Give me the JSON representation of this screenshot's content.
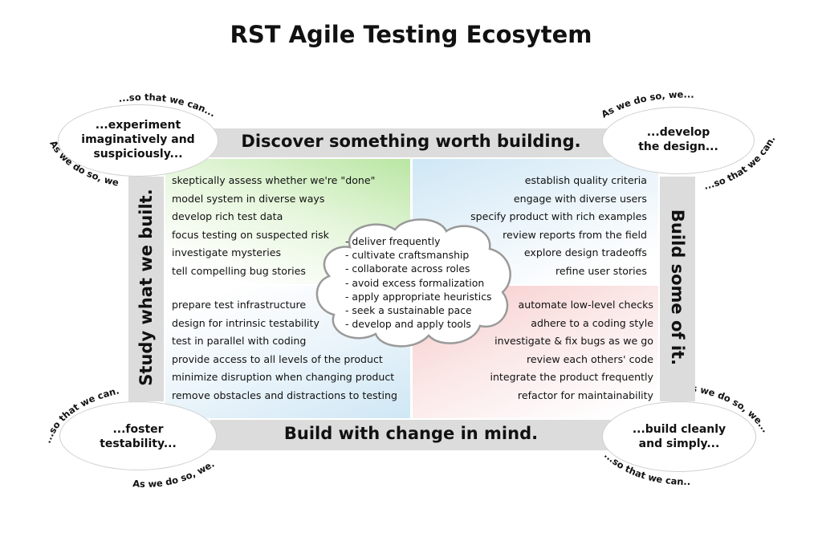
{
  "title": "RST Agile Testing Ecosytem",
  "bars": {
    "top": "Discover something worth building.",
    "bottom": "Build with change in mind.",
    "left": "Study what we built.",
    "right": "Build some of it."
  },
  "quadrants": {
    "top_left": [
      "skeptically assess whether we're \"done\"",
      "model system in diverse ways",
      "develop rich test data",
      "focus testing on suspected risk",
      "investigate mysteries",
      "tell compelling bug stories"
    ],
    "top_right": [
      "establish quality criteria",
      "engage with diverse users",
      "specify product with rich examples",
      "review reports from the field",
      "explore design tradeoffs",
      "refine user stories"
    ],
    "bottom_left": [
      "prepare test infrastructure",
      "design for intrinsic testability",
      "test in parallel with coding",
      "provide access to all levels of the product",
      "minimize disruption when changing product",
      "remove obstacles and distractions to testing"
    ],
    "bottom_right": [
      "automate low-level checks",
      "adhere to a coding style",
      "investigate & fix bugs as we go",
      "review each others' code",
      "integrate the product frequently",
      "refactor for maintainability"
    ]
  },
  "cloud": [
    "- deliver frequently",
    "- cultivate craftsmanship",
    "- collaborate across roles",
    "- avoid excess formalization",
    "- apply appropriate heuristics",
    "- seek a sustainable pace",
    "- develop and apply tools"
  ],
  "ellipses": {
    "top_left": [
      "...experiment",
      "imaginatively and",
      "suspiciously..."
    ],
    "top_right": [
      "...develop",
      "the design..."
    ],
    "bottom_left": [
      "...foster",
      "testability..."
    ],
    "bottom_right": [
      "...build cleanly",
      "and simply..."
    ]
  },
  "curve_labels": {
    "so_that": "...so that we can...",
    "as_we": "As we do so, we..."
  },
  "colors": {
    "bar_gray": "#dcdcdc",
    "quad_green": "#c8ecb6",
    "quad_blue": "#d5eaf6",
    "quad_pink": "#f9d4d4",
    "cloud_border": "#9a9a9a"
  }
}
